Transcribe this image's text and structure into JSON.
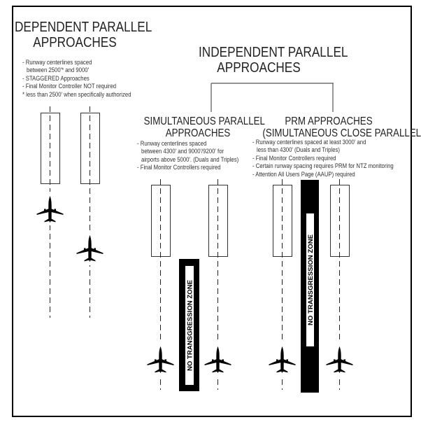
{
  "dependent": {
    "title_line1": "DEPENDENT PARALLEL",
    "title_line2": "APPROACHES",
    "notes": [
      "- Runway centerlines spaced",
      "between 2500'* and 9000'",
      "- STAGGERED Approaches",
      "- Final Monitor Controller NOT required",
      "* less than 2500' when specifically authorized"
    ]
  },
  "independent": {
    "title_line1": "INDEPENDENT PARALLEL",
    "title_line2": "APPROACHES"
  },
  "simultaneous": {
    "title_line1": "SIMULTANEOUS PARALLEL",
    "title_line2": "APPROACHES",
    "notes": [
      "- Runway centerlines spaced",
      "between 4300' and 9000'/9200' for",
      "airports above 5000'. (Duals and Triples)",
      "- Final Monitor Controllers required"
    ],
    "ntz_label": "NO TRANSGRESSION ZONE"
  },
  "prm": {
    "title_line1": "PRM APPROACHES",
    "title_line2": "(SIMULTANEOUS CLOSE PARALLEL)",
    "notes": [
      "- Runway centerlines spaced at least 3000' and",
      "less than 4300' (Duals and Triples)",
      "- Final Monitor Controllers required",
      "- Certain runway spacing requires PRM for NTZ monitoring",
      "- Attention All Users Page (AAUP) required"
    ],
    "ntz_label": "NO TRANSGRESSION ZONE"
  },
  "icons": {
    "aircraft": "airplane-icon",
    "runway": "runway-rectangle"
  },
  "colors": {
    "ink": "#000000",
    "text": "#222222",
    "background": "#ffffff"
  }
}
